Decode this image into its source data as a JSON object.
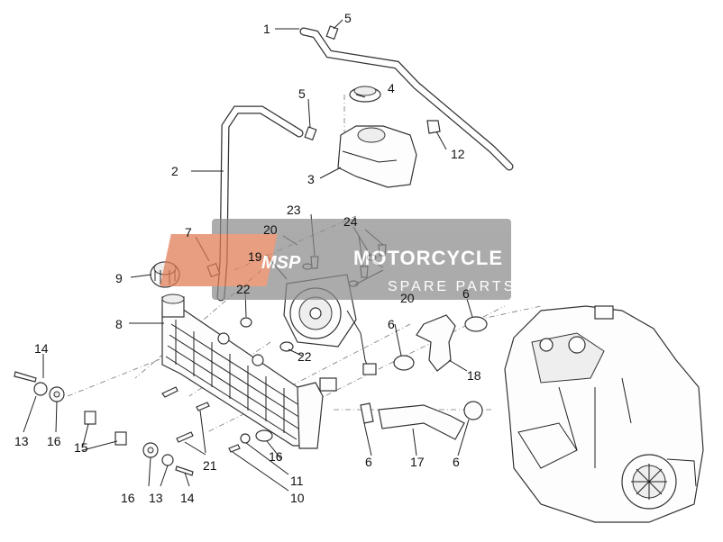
{
  "watermark": {
    "brand": "MOTORCYCLE",
    "tagline": "SPARE PARTS",
    "logo_text": "MSP"
  },
  "callouts": {
    "c1": "1",
    "c2": "2",
    "c3": "3",
    "c4": "4",
    "c5a": "5",
    "c5b": "5",
    "c6a": "6",
    "c6b": "6",
    "c6c": "6",
    "c6d": "6",
    "c7": "7",
    "c8": "8",
    "c9": "9",
    "c10": "10",
    "c11": "11",
    "c12": "12",
    "c13a": "13",
    "c13b": "13",
    "c14a": "14",
    "c14b": "14",
    "c15": "15",
    "c16a": "16",
    "c16b": "16",
    "c16c": "16",
    "c17": "17",
    "c18": "18",
    "c19": "19",
    "c20a": "20",
    "c20b": "20",
    "c21": "21",
    "c22a": "22",
    "c22b": "22",
    "c23": "23",
    "c24": "24"
  }
}
